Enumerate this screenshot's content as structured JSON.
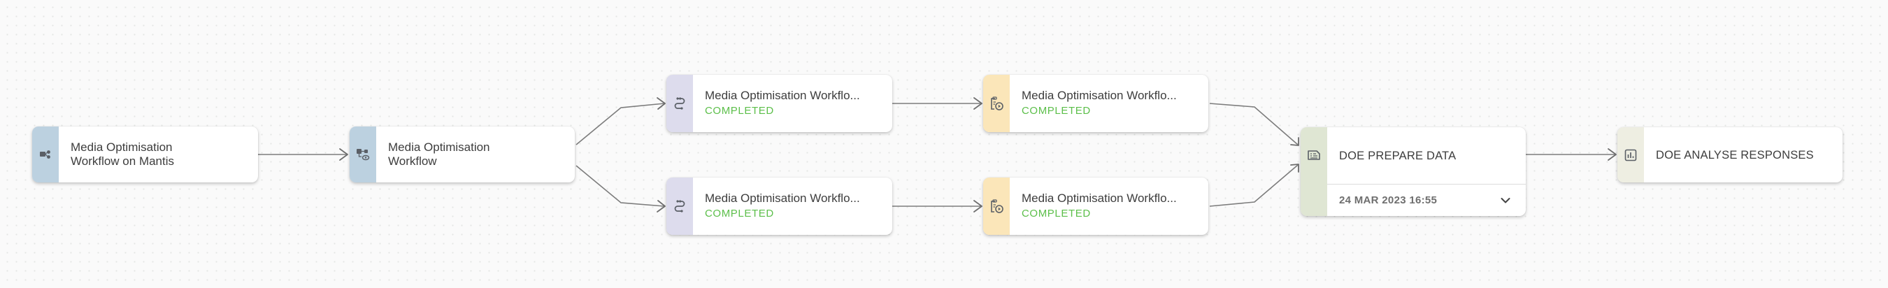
{
  "colors": {
    "strip_workflow": "#bcd1e0",
    "strip_subworkflow": "#dddced",
    "strip_execution": "#fbe6b9",
    "strip_prepare": "#dfe6d3",
    "strip_analyse": "#eeeee2",
    "status_completed": "#5cbf4a",
    "edge": "#7c7c7c"
  },
  "nodes": [
    {
      "id": "n1",
      "title": "Media Optimisation Workflow on Mantis",
      "icon": "workflow-branch-icon"
    },
    {
      "id": "n2",
      "title": "Media Optimisation Workflow",
      "icon": "workflow-view-icon"
    },
    {
      "id": "n3",
      "title": "Media Optimisation Workflo...",
      "status": "COMPLETED",
      "icon": "sync-flow-icon"
    },
    {
      "id": "n4",
      "title": "Media Optimisation Workflo...",
      "status": "COMPLETED",
      "icon": "clipboard-play-icon"
    },
    {
      "id": "n5",
      "title": "Media Optimisation Workflo...",
      "status": "COMPLETED",
      "icon": "sync-flow-icon"
    },
    {
      "id": "n6",
      "title": "Media Optimisation Workflo...",
      "status": "COMPLETED",
      "icon": "clipboard-play-icon"
    },
    {
      "id": "n7",
      "title": "DOE PREPARE DATA",
      "date": "24 MAR 2023 16:55",
      "icon": "data-sheet-icon"
    },
    {
      "id": "n8",
      "title": "DOE ANALYSE RESPONSES",
      "icon": "bar-chart-icon"
    }
  ],
  "edges": [
    {
      "from": "n1",
      "to": "n2"
    },
    {
      "from": "n2",
      "to": "n3"
    },
    {
      "from": "n2",
      "to": "n5"
    },
    {
      "from": "n3",
      "to": "n4"
    },
    {
      "from": "n5",
      "to": "n6"
    },
    {
      "from": "n4",
      "to": "n7"
    },
    {
      "from": "n6",
      "to": "n7"
    },
    {
      "from": "n7",
      "to": "n8"
    }
  ]
}
